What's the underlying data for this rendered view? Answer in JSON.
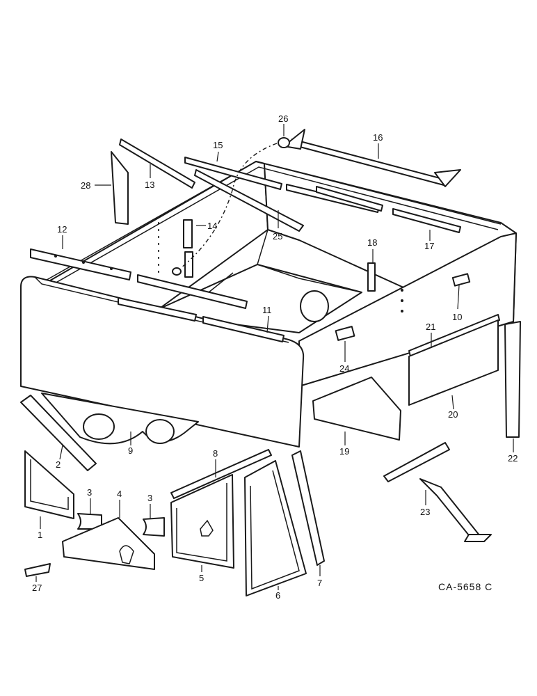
{
  "callouts": {
    "c1": "1",
    "c2": "2",
    "c3a": "3",
    "c3b": "3",
    "c4": "4",
    "c5": "5",
    "c6": "6",
    "c7": "7",
    "c8": "8",
    "c9": "9",
    "c10": "10",
    "c11": "11",
    "c12": "12",
    "c13": "13",
    "c14": "14",
    "c15": "15",
    "c16": "16",
    "c17": "17",
    "c18": "18",
    "c19": "19",
    "c20": "20",
    "c21": "21",
    "c22": "22",
    "c23": "23",
    "c24": "24",
    "c25": "25",
    "c26": "26",
    "c27": "27",
    "c28": "28"
  },
  "drawing_code": "CA-5658 C"
}
